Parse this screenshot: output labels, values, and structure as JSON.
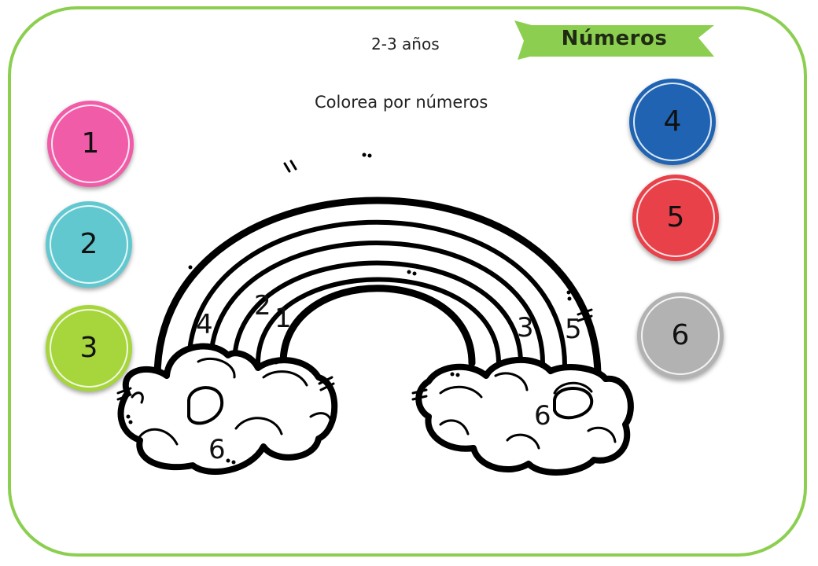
{
  "header": {
    "age_label": "2-3 años",
    "banner_label": "Números",
    "instruction": "Colorea por números"
  },
  "swatches": [
    {
      "number": "1",
      "color": "#f15ca8"
    },
    {
      "number": "2",
      "color": "#62c8d0"
    },
    {
      "number": "3",
      "color": "#a6d53c"
    },
    {
      "number": "4",
      "color": "#1f63b2"
    },
    {
      "number": "5",
      "color": "#e8414a"
    },
    {
      "number": "6",
      "color": "#b2b2b2"
    }
  ],
  "rainbow_labels": {
    "band1": "1",
    "band2": "2",
    "band3_right": "3",
    "band4": "4",
    "band5_right": "5",
    "cloud_left": "6",
    "cloud_right": "6"
  },
  "colors": {
    "frame": "#8ccf50",
    "banner": "#8ccf50"
  }
}
